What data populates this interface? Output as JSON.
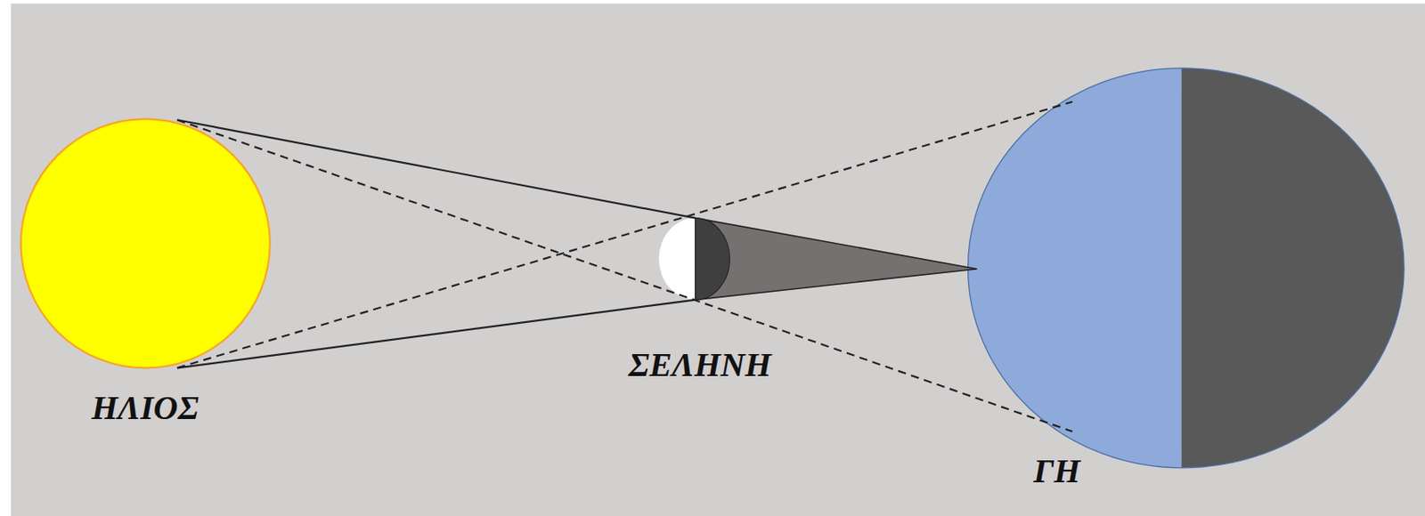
{
  "diagram": {
    "labels": [
      "ΗΛΙΟΣ",
      "ΣΕΛΗΝΗ",
      "ΓΗ"
    ]
  }
}
